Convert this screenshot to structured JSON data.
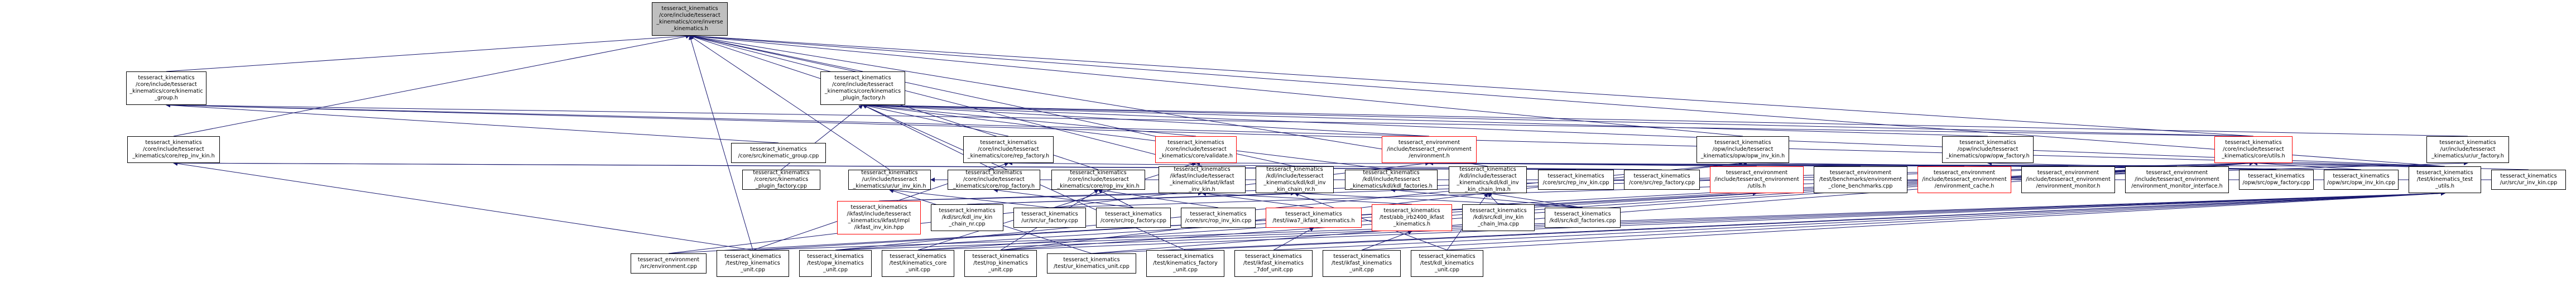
{
  "colors": {
    "edge": "#191970",
    "border": "#000000",
    "highlight_border": "#ff0000",
    "current_fill": "#bfbfbf"
  },
  "nodes": [
    {
      "id": "n0",
      "label": "tesseract_kinematics\n/core/include/tesseract\n_kinematics/core/inverse\n_kinematics.h",
      "style": "current"
    },
    {
      "id": "n1",
      "label": "tesseract_kinematics\n/core/include/tesseract\n_kinematics/core/kinematic\n_group.h",
      "style": "normal"
    },
    {
      "id": "n2",
      "label": "tesseract_kinematics\n/core/include/tesseract\n_kinematics/core/kinematics\n_plugin_factory.h",
      "style": "normal"
    },
    {
      "id": "n3",
      "label": "tesseract_kinematics\n/core/include/tesseract\n_kinematics/core/rep_inv_kin.h",
      "style": "normal"
    },
    {
      "id": "n4",
      "label": "tesseract_kinematics\n/core/src/kinematic_group.cpp",
      "style": "normal"
    },
    {
      "id": "n5",
      "label": "tesseract_kinematics\n/core/include/tesseract\n_kinematics/core/rep_factory.h",
      "style": "normal"
    },
    {
      "id": "n6",
      "label": "tesseract_kinematics\n/core/include/tesseract\n_kinematics/core/validate.h",
      "style": "red"
    },
    {
      "id": "n7",
      "label": "tesseract_environment\n/include/tesseract_environment\n/environment.h",
      "style": "red"
    },
    {
      "id": "n8",
      "label": "tesseract_kinematics\n/opw/include/tesseract\n_kinematics/opw/opw_inv_kin.h",
      "style": "normal"
    },
    {
      "id": "n9",
      "label": "tesseract_kinematics\n/opw/include/tesseract\n_kinematics/opw/opw_factory.h",
      "style": "normal"
    },
    {
      "id": "n10",
      "label": "tesseract_kinematics\n/core/include/tesseract\n_kinematics/core/utils.h",
      "style": "red"
    },
    {
      "id": "n11",
      "label": "tesseract_kinematics\n/ur/include/tesseract\n_kinematics/ur/ur_factory.h",
      "style": "normal"
    },
    {
      "id": "n12",
      "label": "tesseract_kinematics\n/core/src/kinematics\n_plugin_factory.cpp",
      "style": "normal"
    },
    {
      "id": "n13",
      "label": "tesseract_kinematics\n/ur/include/tesseract\n_kinematics/ur/ur_inv_kin.h",
      "style": "normal"
    },
    {
      "id": "n14",
      "label": "tesseract_kinematics\n/core/include/tesseract\n_kinematics/core/rop_factory.h",
      "style": "normal"
    },
    {
      "id": "n15",
      "label": "tesseract_kinematics\n/core/include/tesseract\n_kinematics/core/rop_inv_kin.h",
      "style": "normal"
    },
    {
      "id": "n16",
      "label": "tesseract_kinematics\n/ikfast/include/tesseract\n_kinematics/ikfast/ikfast\n_inv_kin.h",
      "style": "normal"
    },
    {
      "id": "n17",
      "label": "tesseract_kinematics\n/kdl/include/tesseract\n_kinematics/kdl/kdl_inv\n_kin_chain_nr.h",
      "style": "normal"
    },
    {
      "id": "n18",
      "label": "tesseract_kinematics\n/kdl/include/tesseract\n_kinematics/kdl/kdl_factories.h",
      "style": "normal"
    },
    {
      "id": "n19",
      "label": "tesseract_kinematics\n/kdl/include/tesseract\n_kinematics/kdl/kdl_inv\n_kin_chain_lma.h",
      "style": "normal"
    },
    {
      "id": "n20",
      "label": "tesseract_kinematics\n/core/src/rep_inv_kin.cpp",
      "style": "normal"
    },
    {
      "id": "n21",
      "label": "tesseract_kinematics\n/core/src/rep_factory.cpp",
      "style": "normal"
    },
    {
      "id": "n22",
      "label": "tesseract_environment\n/include/tesseract_environment\n/utils.h",
      "style": "red"
    },
    {
      "id": "n23",
      "label": "tesseract_environment\n/test/benchmarks/environment\n_clone_benchmarks.cpp",
      "style": "normal"
    },
    {
      "id": "n24",
      "label": "tesseract_environment\n/include/tesseract_environment\n/environment_cache.h",
      "style": "red"
    },
    {
      "id": "n25",
      "label": "tesseract_environment\n/include/tesseract_environment\n/environment_monitor.h",
      "style": "normal"
    },
    {
      "id": "n26",
      "label": "tesseract_environment\n/include/tesseract_environment\n/environment_monitor_interface.h",
      "style": "normal"
    },
    {
      "id": "n27",
      "label": "tesseract_kinematics\n/opw/src/opw_factory.cpp",
      "style": "normal"
    },
    {
      "id": "n28",
      "label": "tesseract_kinematics\n/opw/src/opw_inv_kin.cpp",
      "style": "normal"
    },
    {
      "id": "n29",
      "label": "tesseract_kinematics\n/test/kinematics_test\n_utils.h",
      "style": "normal"
    },
    {
      "id": "n30",
      "label": "tesseract_kinematics\n/ur/src/ur_inv_kin.cpp",
      "style": "normal"
    },
    {
      "id": "n31",
      "label": "tesseract_kinematics\n/ikfast/include/tesseract\n_kinematics/ikfast/impl\n/ikfast_inv_kin.hpp",
      "style": "red"
    },
    {
      "id": "n32",
      "label": "tesseract_kinematics\n/kdl/src/kdl_inv_kin\n_chain_nr.cpp",
      "style": "normal"
    },
    {
      "id": "n33",
      "label": "tesseract_kinematics\n/ur/src/ur_factory.cpp",
      "style": "normal"
    },
    {
      "id": "n34",
      "label": "tesseract_kinematics\n/core/src/rop_factory.cpp",
      "style": "normal"
    },
    {
      "id": "n35",
      "label": "tesseract_kinematics\n/core/src/rop_inv_kin.cpp",
      "style": "normal"
    },
    {
      "id": "n36",
      "label": "tesseract_kinematics\n/test/iiwa7_ikfast_kinematics.h",
      "style": "red"
    },
    {
      "id": "n37",
      "label": "tesseract_kinematics\n/test/abb_irb2400_ikfast\n_kinematics.h",
      "style": "red"
    },
    {
      "id": "n38",
      "label": "tesseract_kinematics\n/kdl/src/kdl_inv_kin\n_chain_lma.cpp",
      "style": "normal"
    },
    {
      "id": "n39",
      "label": "tesseract_kinematics\n/kdl/src/kdl_factories.cpp",
      "style": "normal"
    },
    {
      "id": "n40",
      "label": "tesseract_environment\n/src/environment.cpp",
      "style": "normal"
    },
    {
      "id": "n41",
      "label": "tesseract_kinematics\n/test/rep_kinematics\n_unit.cpp",
      "style": "normal"
    },
    {
      "id": "n42",
      "label": "tesseract_kinematics\n/test/opw_kinematics\n_unit.cpp",
      "style": "normal"
    },
    {
      "id": "n43",
      "label": "tesseract_kinematics\n/test/kinematics_core\n_unit.cpp",
      "style": "normal"
    },
    {
      "id": "n44",
      "label": "tesseract_kinematics\n/test/rop_kinematics\n_unit.cpp",
      "style": "normal"
    },
    {
      "id": "n45",
      "label": "tesseract_kinematics\n/test/ur_kinematics_unit.cpp",
      "style": "normal"
    },
    {
      "id": "n46",
      "label": "tesseract_kinematics\n/test/kinematics_factory\n_unit.cpp",
      "style": "normal"
    },
    {
      "id": "n47",
      "label": "tesseract_kinematics\n/test/ikfast_kinematics\n_7dof_unit.cpp",
      "style": "normal"
    },
    {
      "id": "n48",
      "label": "tesseract_kinematics\n/test/ikfast_kinematics\n_unit.cpp",
      "style": "normal"
    },
    {
      "id": "n49",
      "label": "tesseract_kinematics\n/test/kdl_kinematics\n_unit.cpp",
      "style": "normal"
    }
  ],
  "edges": [
    [
      "n1",
      "n0"
    ],
    [
      "n2",
      "n0"
    ],
    [
      "n3",
      "n0"
    ],
    [
      "n8",
      "n0"
    ],
    [
      "n10",
      "n0"
    ],
    [
      "n13",
      "n0"
    ],
    [
      "n15",
      "n0"
    ],
    [
      "n16",
      "n0"
    ],
    [
      "n17",
      "n0"
    ],
    [
      "n19",
      "n0"
    ],
    [
      "n29",
      "n0"
    ],
    [
      "n41",
      "n0"
    ],
    [
      "n4",
      "n1"
    ],
    [
      "n7",
      "n1"
    ],
    [
      "n10",
      "n1"
    ],
    [
      "n29",
      "n1"
    ],
    [
      "n5",
      "n2"
    ],
    [
      "n6",
      "n2"
    ],
    [
      "n7",
      "n2"
    ],
    [
      "n9",
      "n2"
    ],
    [
      "n10",
      "n2"
    ],
    [
      "n11",
      "n2"
    ],
    [
      "n12",
      "n2"
    ],
    [
      "n14",
      "n2"
    ],
    [
      "n18",
      "n2"
    ],
    [
      "n29",
      "n2"
    ],
    [
      "n46",
      "n2"
    ],
    [
      "n20",
      "n3"
    ],
    [
      "n21",
      "n3"
    ],
    [
      "n41",
      "n3"
    ],
    [
      "n21",
      "n5"
    ],
    [
      "n41",
      "n5"
    ],
    [
      "n29",
      "n6"
    ],
    [
      "n43",
      "n6"
    ],
    [
      "n22",
      "n7"
    ],
    [
      "n23",
      "n7"
    ],
    [
      "n24",
      "n7"
    ],
    [
      "n25",
      "n7"
    ],
    [
      "n26",
      "n7"
    ],
    [
      "n40",
      "n7"
    ],
    [
      "n27",
      "n8"
    ],
    [
      "n28",
      "n8"
    ],
    [
      "n42",
      "n8"
    ],
    [
      "n44",
      "n8"
    ],
    [
      "n27",
      "n9"
    ],
    [
      "n28",
      "n10"
    ],
    [
      "n29",
      "n10"
    ],
    [
      "n30",
      "n10"
    ],
    [
      "n31",
      "n10"
    ],
    [
      "n32",
      "n10"
    ],
    [
      "n38",
      "n10"
    ],
    [
      "n41",
      "n10"
    ],
    [
      "n42",
      "n10"
    ],
    [
      "n43",
      "n10"
    ],
    [
      "n44",
      "n10"
    ],
    [
      "n45",
      "n10"
    ],
    [
      "n33",
      "n11"
    ],
    [
      "n30",
      "n13"
    ],
    [
      "n33",
      "n13"
    ],
    [
      "n45",
      "n13"
    ],
    [
      "n34",
      "n14"
    ],
    [
      "n34",
      "n15"
    ],
    [
      "n35",
      "n15"
    ],
    [
      "n44",
      "n15"
    ],
    [
      "n31",
      "n16"
    ],
    [
      "n36",
      "n16"
    ],
    [
      "n37",
      "n16"
    ],
    [
      "n32",
      "n17"
    ],
    [
      "n39",
      "n17"
    ],
    [
      "n49",
      "n17"
    ],
    [
      "n39",
      "n18"
    ],
    [
      "n38",
      "n19"
    ],
    [
      "n39",
      "n19"
    ],
    [
      "n49",
      "n19"
    ],
    [
      "n40",
      "n22"
    ],
    [
      "n41",
      "n29"
    ],
    [
      "n42",
      "n29"
    ],
    [
      "n43",
      "n29"
    ],
    [
      "n44",
      "n29"
    ],
    [
      "n45",
      "n29"
    ],
    [
      "n46",
      "n29"
    ],
    [
      "n47",
      "n29"
    ],
    [
      "n48",
      "n29"
    ],
    [
      "n49",
      "n29"
    ],
    [
      "n47",
      "n36"
    ],
    [
      "n48",
      "n37"
    ]
  ]
}
